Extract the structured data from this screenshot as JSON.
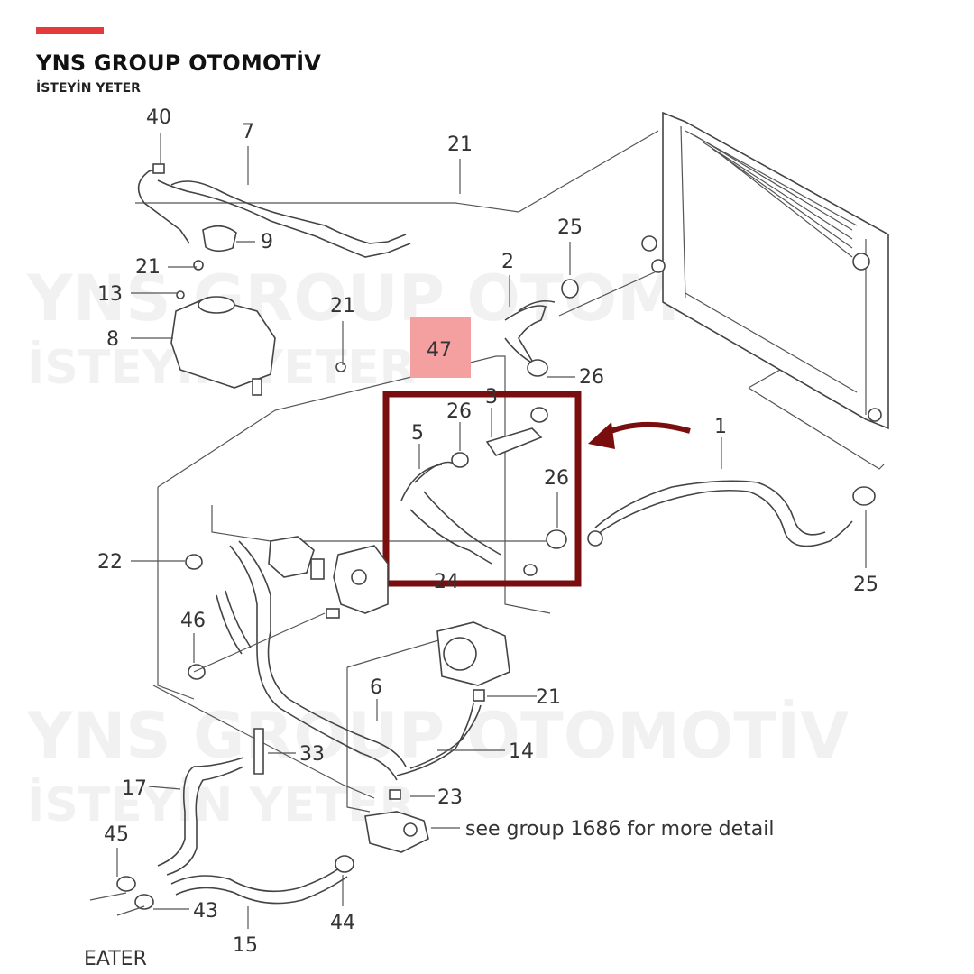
{
  "brand": {
    "title": "YNS GROUP OTOMOTİV",
    "subtitle": "İSTEYİN YETER",
    "accent_color": "#e53a3a"
  },
  "watermark": {
    "line1": "YNS GROUP OTOMOTİV",
    "line2": "İSTEYİN YETER"
  },
  "highlight": {
    "frame_color": "#7a0d0d",
    "tag_color": "#f4a0a0",
    "tag_label": "47",
    "arrow_color": "#7a0d0d"
  },
  "callouts": [
    {
      "id": "c40",
      "label": "40"
    },
    {
      "id": "c7",
      "label": "7"
    },
    {
      "id": "c21a",
      "label": "21"
    },
    {
      "id": "c9",
      "label": "9"
    },
    {
      "id": "c21b",
      "label": "21"
    },
    {
      "id": "c13",
      "label": "13"
    },
    {
      "id": "c8",
      "label": "8"
    },
    {
      "id": "c21c",
      "label": "21"
    },
    {
      "id": "c25a",
      "label": "25"
    },
    {
      "id": "c2",
      "label": "2"
    },
    {
      "id": "c26a",
      "label": "26"
    },
    {
      "id": "c3",
      "label": "3"
    },
    {
      "id": "c26b",
      "label": "26"
    },
    {
      "id": "c5",
      "label": "5"
    },
    {
      "id": "c26c",
      "label": "26"
    },
    {
      "id": "c1",
      "label": "1"
    },
    {
      "id": "c25b",
      "label": "25"
    },
    {
      "id": "c24",
      "label": "24"
    },
    {
      "id": "c22",
      "label": "22"
    },
    {
      "id": "c46",
      "label": "46"
    },
    {
      "id": "c6",
      "label": "6"
    },
    {
      "id": "c21d",
      "label": "21"
    },
    {
      "id": "c14",
      "label": "14"
    },
    {
      "id": "c33",
      "label": "33"
    },
    {
      "id": "c17",
      "label": "17"
    },
    {
      "id": "c23",
      "label": "23"
    },
    {
      "id": "c45",
      "label": "45"
    },
    {
      "id": "c44",
      "label": "44"
    },
    {
      "id": "c43",
      "label": "43"
    },
    {
      "id": "c15",
      "label": "15"
    }
  ],
  "note": "see group 1686 for more detail",
  "footer_label": "EATER"
}
